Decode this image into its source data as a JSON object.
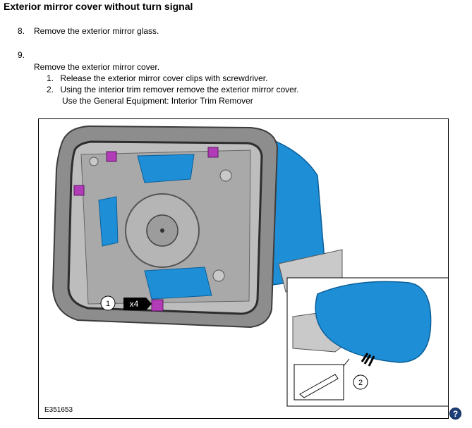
{
  "title": "Exterior mirror cover without turn signal",
  "steps": [
    {
      "number": "8.",
      "text": "Remove the exterior mirror glass."
    },
    {
      "number": "9.",
      "text": "Remove the exterior mirror cover."
    }
  ],
  "substeps": [
    {
      "number": "1.",
      "text": "Release the exterior mirror cover clips with screwdriver."
    },
    {
      "number": "2.",
      "text": "Using the interior trim remover remove the exterior mirror cover."
    }
  ],
  "substep_note": "Use the General Equipment: Interior Trim Remover",
  "figure": {
    "id": "E351653",
    "callout_1": "1",
    "callout_2": "2",
    "clip_count": "x4"
  },
  "help_label": "?",
  "colors": {
    "cover_blue": "#1e8fd6",
    "housing_gray": "#8d8d8d",
    "clip_magenta": "#b23bb8"
  }
}
